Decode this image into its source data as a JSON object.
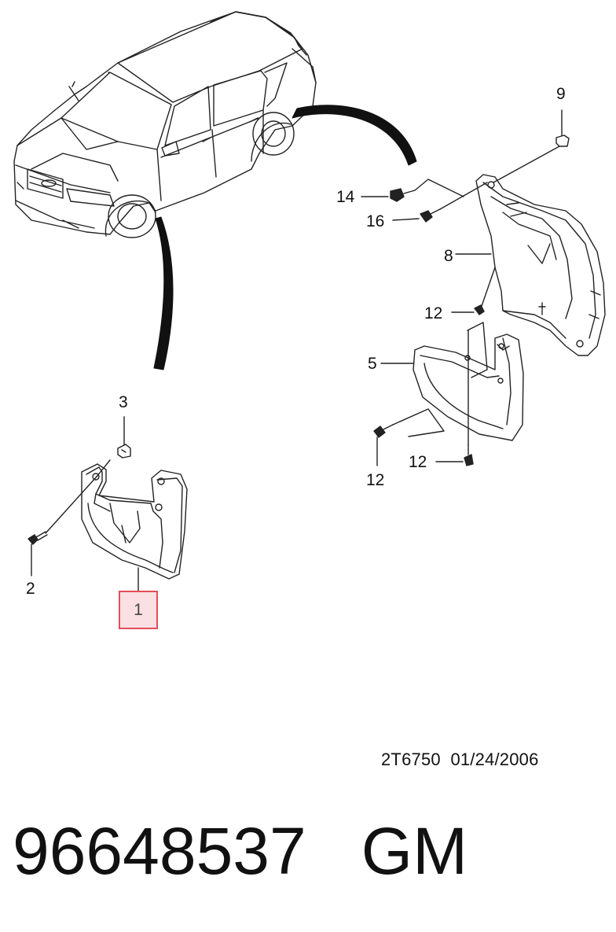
{
  "callouts": {
    "c1": "1",
    "c2": "2",
    "c3": "3",
    "c5": "5",
    "c8": "8",
    "c9": "9",
    "c12a": "12",
    "c12b": "12",
    "c12c": "12",
    "c14": "14",
    "c16": "16"
  },
  "footer": {
    "reference": "2T6750  01/24/2006",
    "part_number": "96648537   GM"
  },
  "colors": {
    "line": "#222222",
    "highlight_border": "#e34d57",
    "highlight_fill": "#fbe0e3"
  }
}
